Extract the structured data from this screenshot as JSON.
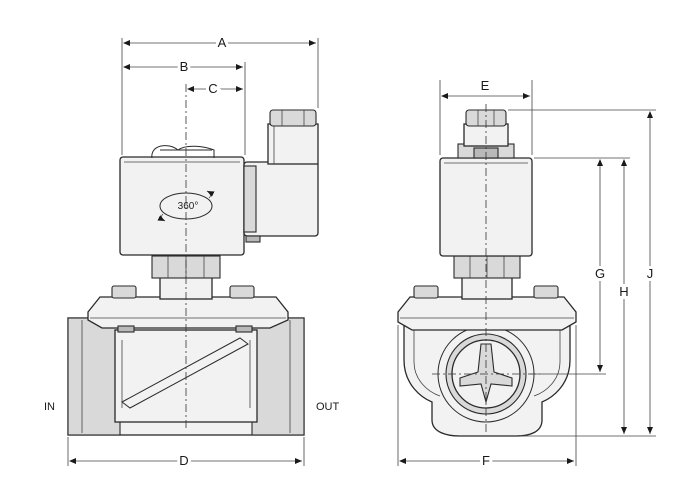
{
  "dimensions": {
    "a": "A",
    "b": "B",
    "c": "C",
    "d": "D",
    "e": "E",
    "f": "F",
    "g": "G",
    "h": "H",
    "j": "J"
  },
  "ports": {
    "inlet": "IN",
    "outlet": "OUT"
  },
  "coil_rotation": "360°",
  "colors": {
    "line": "#2a2a2a",
    "fill": "#f2f2f2",
    "shade": "#d9d9d9"
  }
}
